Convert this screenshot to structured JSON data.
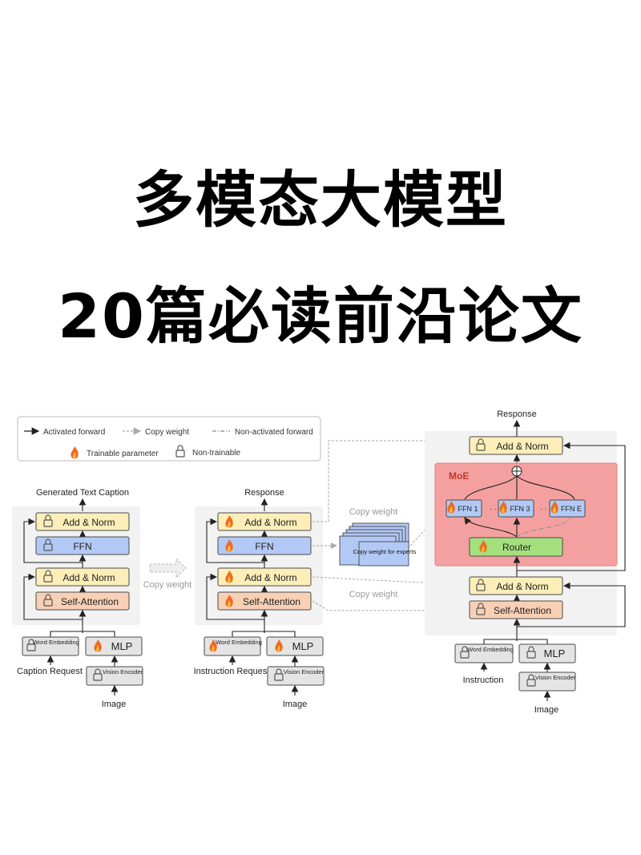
{
  "title": {
    "line1": "多模态大模型",
    "line2": "20篇必读前沿论文"
  },
  "colors": {
    "yellow_fill": "#fbeeb8",
    "yellow_stroke": "#4a4a4a",
    "blue_fill": "#b3c9f5",
    "orange_fill": "#f8d0b5",
    "green_fill": "#a5e07f",
    "moe_fill": "#f5a0a0",
    "gray_fill": "#e4e4e4",
    "flame": "#f06a22"
  },
  "legend": {
    "activated_forward": "Activated forward",
    "copy_weight": "Copy weight",
    "non_activated_forward": "Non-activated forward",
    "trainable": "Trainable parameter",
    "non_trainable": "Non-trainable"
  },
  "stage1": {
    "output_label": "Generated Text Caption",
    "add_norm_top": "Add & Norm",
    "ffn": "FFN",
    "add_norm_bottom": "Add & Norm",
    "self_attention": "Self-Attention",
    "word_embedding": "Word Embedding",
    "mlp": "MLP",
    "vision_encoder": "Vision Encoder",
    "input_text": "Caption Request",
    "input_image": "Image"
  },
  "stage2": {
    "output_label": "Response",
    "add_norm_top": "Add & Norm",
    "ffn": "FFN",
    "add_norm_bottom": "Add & Norm",
    "self_attention": "Self-Attention",
    "word_embedding": "Word Embedding",
    "mlp": "MLP",
    "vision_encoder": "Vision Encoder",
    "input_text": "Instruction Request",
    "input_image": "Image"
  },
  "stage3": {
    "output_label": "Response",
    "add_norm_top": "Add & Norm",
    "moe": "MoE",
    "ffn1": "FFN 1",
    "ffn3": "FFN 3",
    "ffne": "FFN E",
    "dots": "· · ·",
    "router": "Router",
    "add_norm_bottom": "Add & Norm",
    "self_attention": "Self-Attention",
    "word_embedding": "Word Embedding",
    "mlp": "MLP",
    "vision_encoder": "Vision Encoder",
    "input_text": "Instruction",
    "input_image": "Image"
  },
  "copy_labels": {
    "between_1_2": "Copy weight",
    "top": "Copy weight",
    "bottom": "Copy weight",
    "stack": "Copy weight for experts"
  }
}
